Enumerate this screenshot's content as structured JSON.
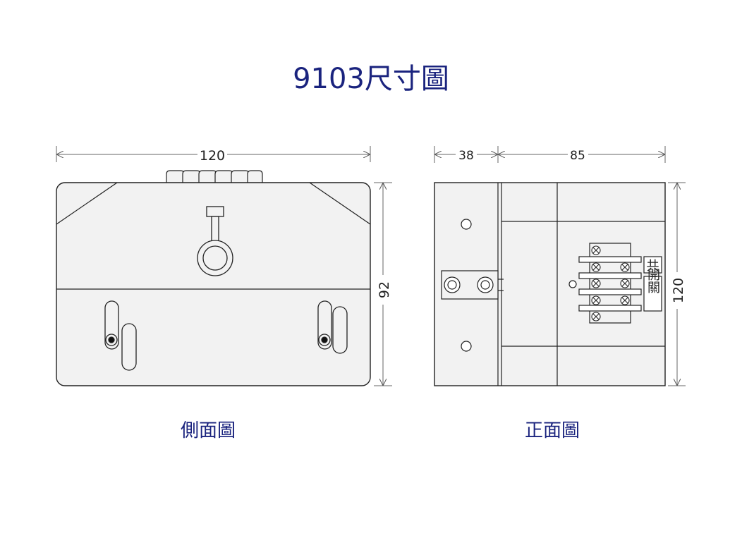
{
  "title": "9103尺寸圖",
  "side_view": {
    "caption": "側面圖",
    "width_dim": "120",
    "height_dim": "92"
  },
  "front_view": {
    "caption": "正面圖",
    "dim_left": "38",
    "dim_right": "85",
    "height_dim": "120",
    "label_common": "共",
    "label_switch": "開關"
  },
  "colors": {
    "title": "#1a237e",
    "line": "#222222",
    "fill": "#f2f2f2"
  }
}
